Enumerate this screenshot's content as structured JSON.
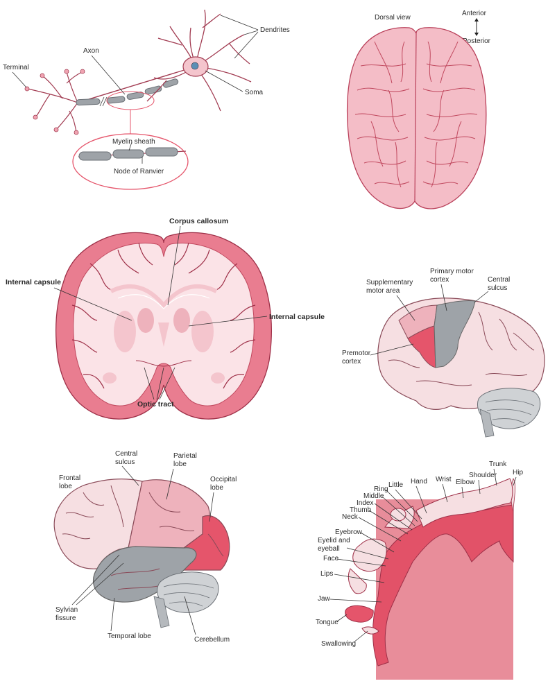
{
  "colors": {
    "pink_light": "#f6dfe2",
    "pink_mid": "#eeb2bc",
    "pink_dark": "#e5556b",
    "grey": "#9ea3a8",
    "outline": "#b9405a"
  },
  "neuron": {
    "terminal": "Terminal",
    "axon": "Axon",
    "dendrites": "Dendrites",
    "soma": "Soma",
    "myelin_sheath": "Myelin sheath",
    "node_of_ranvier": "Node of Ranvier"
  },
  "dorsal": {
    "title": "Dorsal view",
    "anterior": "Anterior",
    "posterior": "Posterior"
  },
  "coronal": {
    "corpus_callosum": "Corpus callosum",
    "internal_capsule_left": "Internal capsule",
    "internal_capsule_right": "Internal capsule",
    "optic_tract": "Optic tract"
  },
  "motor": {
    "supplementary_1": "Supplementary",
    "supplementary_2": "motor area",
    "primary_1": "Primary motor",
    "primary_2": "cortex",
    "central_1": "Central",
    "central_2": "sulcus",
    "premotor_1": "Premotor",
    "premotor_2": "cortex"
  },
  "lobes": {
    "central_1": "Central",
    "central_2": "sulcus",
    "parietal_1": "Parietal",
    "parietal_2": "lobe",
    "frontal_1": "Frontal",
    "frontal_2": "lobe",
    "occipital_1": "Occipital",
    "occipital_2": "lobe",
    "sylvian_1": "Sylvian",
    "sylvian_2": "fissure",
    "temporal": "Temporal lobe",
    "cerebellum": "Cerebellum"
  },
  "homunculus": {
    "trunk": "Trunk",
    "hip": "Hip",
    "shoulder": "Shoulder",
    "wrist": "Wrist",
    "elbow": "Elbow",
    "hand": "Hand",
    "little": "Little",
    "ring": "Ring",
    "middle": "Middle",
    "index": "Index",
    "thumb": "Thumb",
    "neck": "Neck",
    "eyebrow": "Eyebrow",
    "eyelid_1": "Eyelid and",
    "eyelid_2": "eyeball",
    "face": "Face",
    "lips": "Lips",
    "jaw": "Jaw",
    "tongue": "Tongue",
    "swallowing": "Swallowing"
  }
}
